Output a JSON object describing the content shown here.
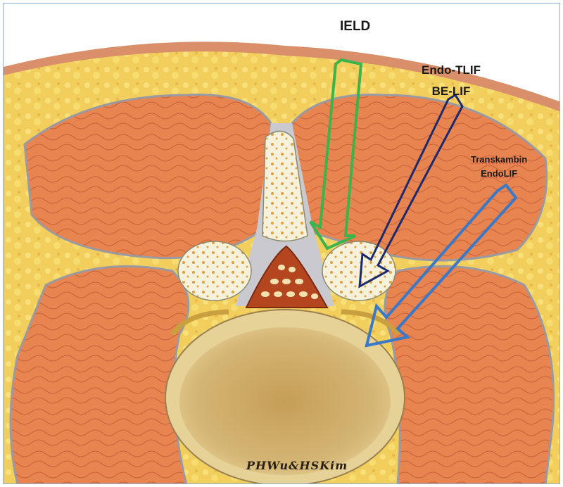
{
  "figure": {
    "type": "axial cross-section illustration of lumbar spine with surgical approach trajectories",
    "labels": {
      "ield": "IELD",
      "endo_tlif": "Endo-TLIF",
      "be_lif": "BE-LIF",
      "transkambin": "Transkambin",
      "endolif": "EndoLIF"
    },
    "signature": "PHWu&HSKim",
    "approaches": [
      {
        "name": "IELD",
        "color": "#3cb44b"
      },
      {
        "name": "Endo-TLIF / BE-LIF",
        "color": "#1a2a6c"
      },
      {
        "name": "Transkambin EndoLIF",
        "color": "#3a78c8"
      }
    ],
    "colors": {
      "skin": "#d9906a",
      "fat": "#f2cf5c",
      "muscle": "#e8844f",
      "fascia": "#a9a9b0",
      "bone": "#f6f1da",
      "disc": "#c9a760",
      "canal": "#b3451f"
    }
  }
}
